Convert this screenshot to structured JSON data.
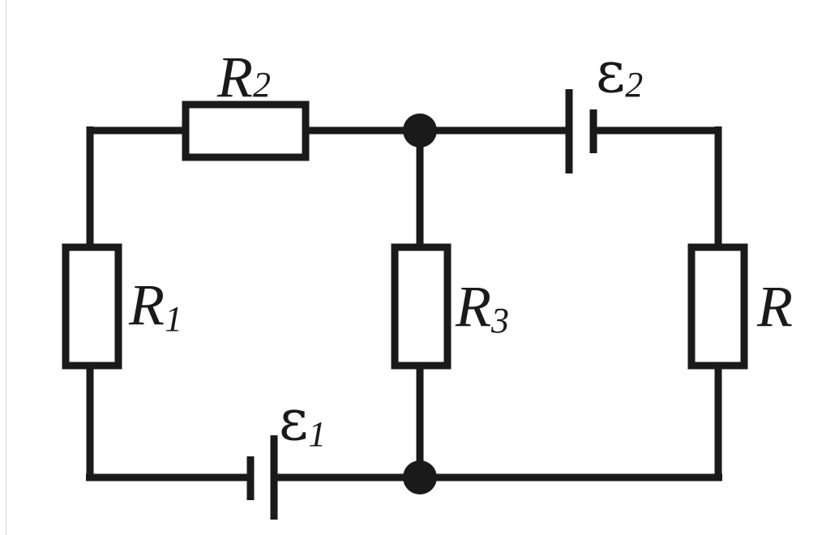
{
  "diagram": {
    "type": "circuit",
    "labels": {
      "R1": {
        "main": "R",
        "sub": "1"
      },
      "R2": {
        "main": "R",
        "sub": "2"
      },
      "R3": {
        "main": "R",
        "sub": "3"
      },
      "R": {
        "main": "R",
        "sub": ""
      },
      "E1": {
        "main": "ε",
        "sub": "1"
      },
      "E2": {
        "main": "ε",
        "sub": "2"
      }
    },
    "colors": {
      "wire": "#1a1a1a",
      "background": "#ffffff"
    }
  }
}
